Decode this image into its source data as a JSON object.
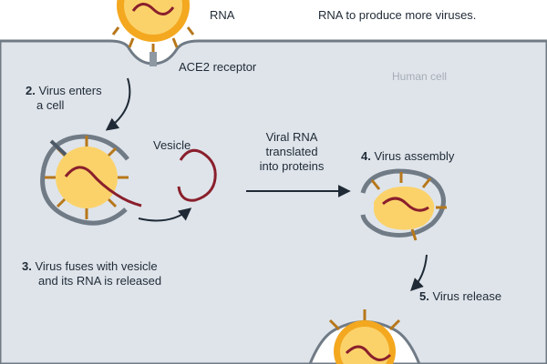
{
  "labels": {
    "rna": "RNA",
    "rna_top_note": "RNA to produce more viruses.",
    "ace2_receptor": "ACE2 receptor",
    "human_cell": "Human cell",
    "vesicle": "Vesicle",
    "translation_note_line1": "Viral RNA",
    "translation_note_line2": "translated",
    "translation_note_line3": "into proteins"
  },
  "steps": [
    {
      "number": "2.",
      "line1": "Virus enters",
      "line2": "a cell"
    },
    {
      "number": "3.",
      "line1": "Virus fuses with vesicle",
      "line2": "and its RNA is released"
    },
    {
      "number": "4.",
      "line1": "Virus assembly",
      "line2": ""
    },
    {
      "number": "5.",
      "line1": "Virus release",
      "line2": ""
    }
  ],
  "colors": {
    "cell_fill": "#dfe4ea",
    "cell_border": "#707b86",
    "virus_core": "#fbd26a",
    "virus_ring": "#f3a81f",
    "spike": "#b7771a",
    "rna": "#8a1f2c",
    "arrow": "#1f2a36"
  }
}
